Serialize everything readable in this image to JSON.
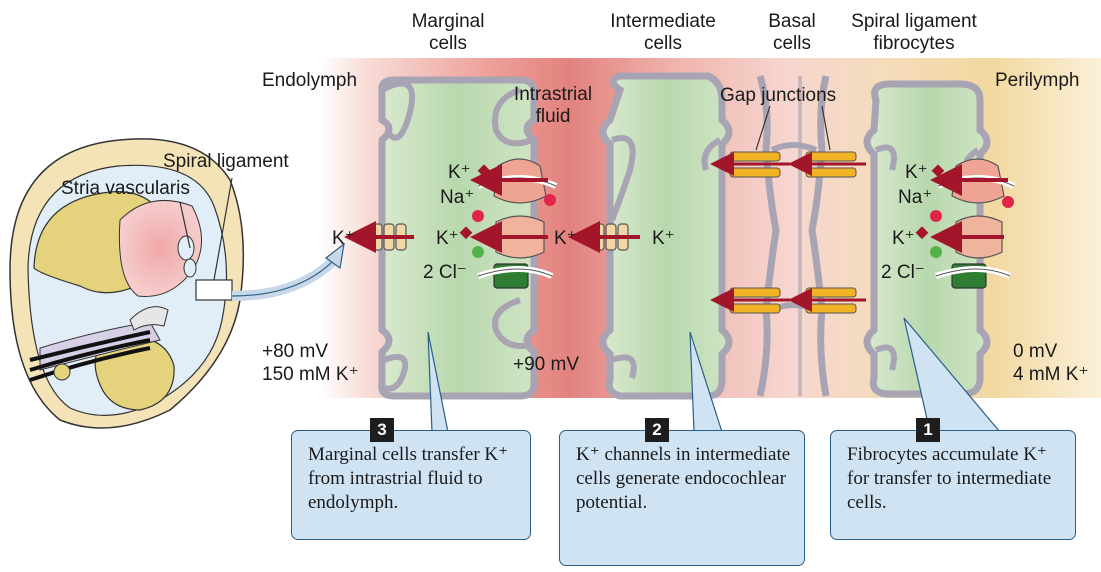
{
  "labels": {
    "marginal_cells": "Marginal\ncells",
    "intermediate_cells": "Intermediate\ncells",
    "basal_cells": "Basal\ncells",
    "spiral_ligament_fibrocytes": "Spiral ligament\nfibrocytes",
    "endolymph": "Endolymph",
    "perilymph": "Perilymph",
    "intrastrial_fluid": "Intrastrial\nfluid",
    "gap_junctions": "Gap junctions",
    "spiral_ligament": "Spiral ligament",
    "stria_vascularis": "Stria vascularis",
    "endolymph_values": "+80 mV\n150 mM K⁺",
    "intrastrial_potential": "+90 mV",
    "perilymph_values": "0 mV\n4 mM K⁺",
    "ion_k": "K⁺",
    "ion_na": "Na⁺",
    "ion_cl": "2 Cl⁻"
  },
  "callouts": [
    {
      "number": "3",
      "text": "Marginal cells transfer K⁺ from intrastrial fluid to endolymph."
    },
    {
      "number": "2",
      "text": "K⁺ channels in intermediate cells generate endocochlear potential."
    },
    {
      "number": "1",
      "text": "Fibrocytes accumulate K⁺ for transfer to intermediate cells."
    }
  ],
  "colors": {
    "endolymph_tint": "#f4d6d0",
    "intrastrial_red": "#e38a86",
    "cell_green": "#bfdcb5",
    "ligament_yellow": "#f3d9a2",
    "membrane": "#a8a4b4",
    "callout_fill": "#cfe3f3",
    "callout_border": "#2b5e86",
    "transport_arrow": "#a3152b",
    "gap_junction": "#f0b323",
    "channel": "#f1d7a3"
  }
}
